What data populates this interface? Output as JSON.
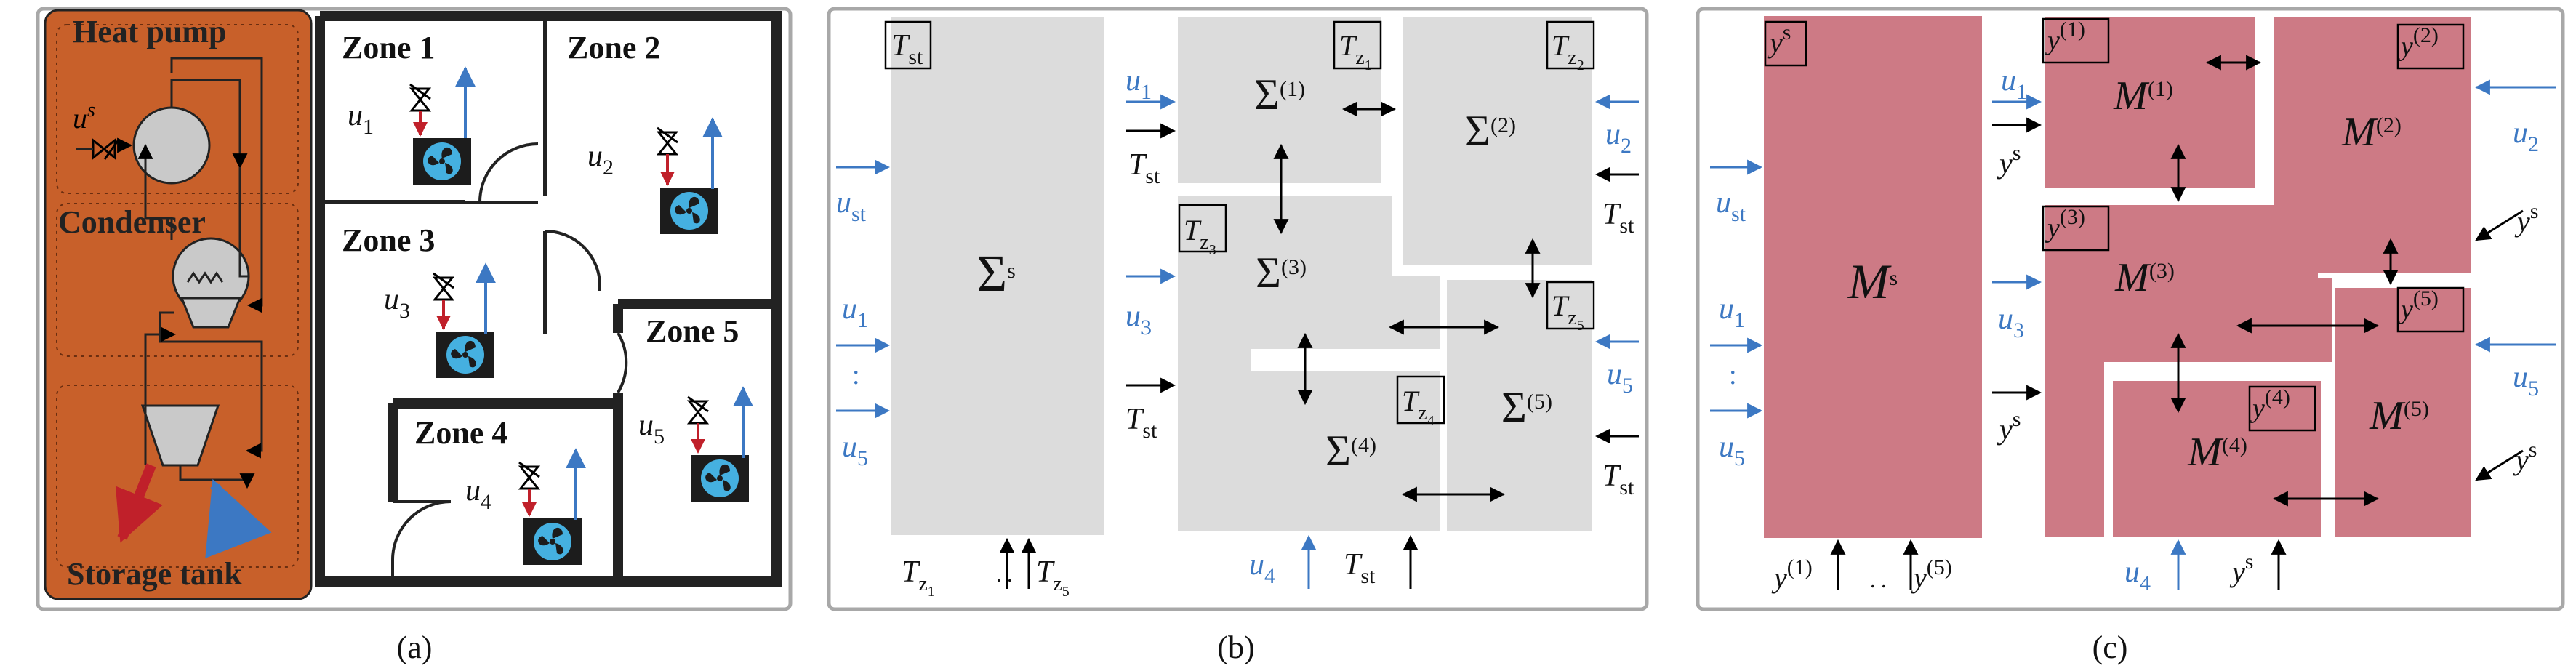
{
  "panel_a": {
    "caption": "(a)",
    "heat_pump": "Heat pump",
    "condenser": "Condenser",
    "storage_tank": "Storage tank",
    "us_label": "u",
    "us_sup": "s",
    "zones": [
      {
        "name": "Zone 1",
        "u": "u",
        "sub": "1"
      },
      {
        "name": "Zone 2",
        "u": "u",
        "sub": "2"
      },
      {
        "name": "Zone 3",
        "u": "u",
        "sub": "3"
      },
      {
        "name": "Zone 4",
        "u": "u",
        "sub": "4"
      },
      {
        "name": "Zone 5",
        "u": "u",
        "sub": "5"
      }
    ]
  },
  "panel_b": {
    "caption": "(b)",
    "storage_block": {
      "symbol": "Σ",
      "sup": "s",
      "T_st": "T",
      "T_st_sub": "st"
    },
    "blocks": [
      {
        "symbol": "Σ",
        "sup": "(1)",
        "T": "T",
        "T_sub": "z",
        "T_subsub": "1"
      },
      {
        "symbol": "Σ",
        "sup": "(2)",
        "T": "T",
        "T_sub": "z",
        "T_subsub": "2"
      },
      {
        "symbol": "Σ",
        "sup": "(3)",
        "T": "T",
        "T_sub": "z",
        "T_subsub": "3"
      },
      {
        "symbol": "Σ",
        "sup": "(4)",
        "T": "T",
        "T_sub": "z",
        "T_subsub": "4"
      },
      {
        "symbol": "Σ",
        "sup": "(5)",
        "T": "T",
        "T_sub": "z",
        "T_subsub": "5"
      }
    ],
    "u_st": {
      "t": "u",
      "sub": "st"
    },
    "u1": {
      "t": "u",
      "sub": "1"
    },
    "u2": {
      "t": "u",
      "sub": "2"
    },
    "u3": {
      "t": "u",
      "sub": "3"
    },
    "u4": {
      "t": "u",
      "sub": "4"
    },
    "u5": {
      "t": "u",
      "sub": "5"
    },
    "vdots": ":",
    "T_st": {
      "t": "T",
      "sub": "st"
    },
    "Tz1": {
      "t": "T",
      "sub": "z",
      "subsub": "1"
    },
    "Tz5": {
      "t": "T",
      "sub": "z",
      "subsub": "5"
    },
    "dots": ". ."
  },
  "panel_c": {
    "caption": "(c)",
    "storage_block": {
      "symbol": "M",
      "sup": "s",
      "y": "y",
      "y_sup": "s"
    },
    "blocks": [
      {
        "symbol": "M",
        "sup": "(1)",
        "y": "y",
        "y_sup": "(1)"
      },
      {
        "symbol": "M",
        "sup": "(2)",
        "y": "y",
        "y_sup": "(2)"
      },
      {
        "symbol": "M",
        "sup": "(3)",
        "y": "y",
        "y_sup": "(3)"
      },
      {
        "symbol": "M",
        "sup": "(4)",
        "y": "y",
        "y_sup": "(4)"
      },
      {
        "symbol": "M",
        "sup": "(5)",
        "y": "y",
        "y_sup": "(5)"
      }
    ],
    "u_st": {
      "t": "u",
      "sub": "st"
    },
    "u1": {
      "t": "u",
      "sub": "1"
    },
    "u2": {
      "t": "u",
      "sub": "2"
    },
    "u3": {
      "t": "u",
      "sub": "3"
    },
    "u4": {
      "t": "u",
      "sub": "4"
    },
    "u5": {
      "t": "u",
      "sub": "5"
    },
    "vdots": ":",
    "ys": {
      "t": "y",
      "sup": "s"
    },
    "y1": {
      "t": "y",
      "sup": "(1)"
    },
    "y5": {
      "t": "y",
      "sup": "(5)"
    },
    "dots": ". ."
  },
  "colors": {
    "orange": "#C8602A",
    "gray_block": "#DCDCDC",
    "pink_block": "#CD7A85",
    "blue": "#3C78C3",
    "red": "#C0202A",
    "fan_blue": "#45B0E0",
    "frame": "#A8A8A8"
  }
}
